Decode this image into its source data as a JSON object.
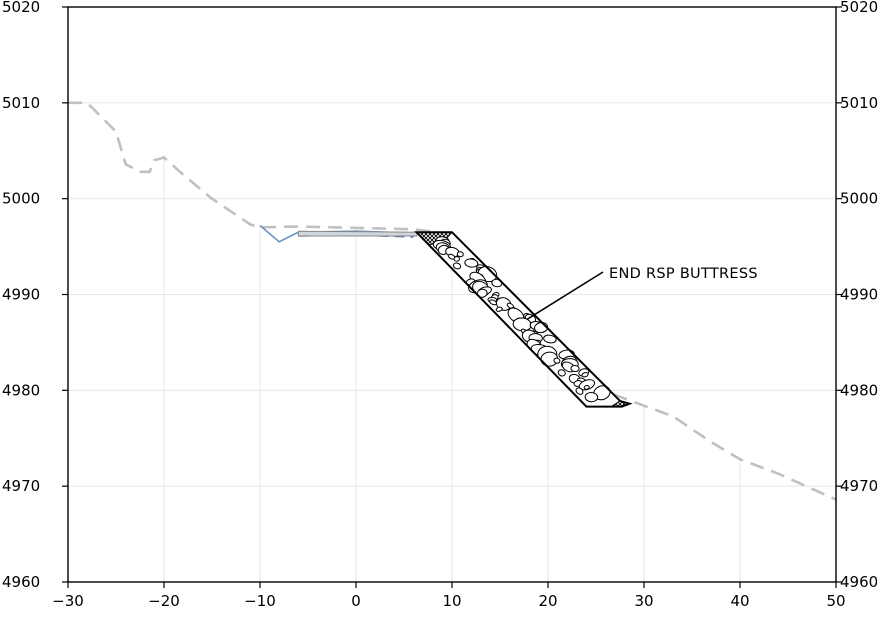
{
  "chart_data": {
    "type": "cross-section",
    "title": "",
    "xlabel": "",
    "ylabel": "",
    "xlim": [
      -30,
      50
    ],
    "ylim": [
      4960,
      5020
    ],
    "x_ticks": [
      "−30",
      "−20",
      "−10",
      "0",
      "10",
      "20",
      "30",
      "40",
      "50"
    ],
    "x_tick_values": [
      -30,
      -20,
      -10,
      0,
      10,
      20,
      30,
      40,
      50
    ],
    "y_ticks_left": [
      "4960",
      "4970",
      "4980",
      "4990",
      "5000",
      "5010",
      "5020"
    ],
    "y_ticks_right": [
      "4960",
      "4970",
      "4980",
      "4990",
      "5000",
      "5010",
      "5020"
    ],
    "y_tick_values": [
      4960,
      4970,
      4980,
      4990,
      5000,
      5010,
      5020
    ],
    "grid": true,
    "series": [
      {
        "style": "dashed-gray",
        "points": [
          [
            -30,
            5010
          ],
          [
            -28,
            5010
          ],
          [
            -25,
            5007
          ],
          [
            -24,
            5003.6
          ],
          [
            -22.5,
            5002.8
          ],
          [
            -21.5,
            5002.8
          ],
          [
            -21,
            5004
          ],
          [
            -20,
            5004.3
          ],
          [
            -18,
            5002.5
          ],
          [
            -15,
            5000
          ],
          [
            -11,
            4997.3
          ],
          [
            -10,
            4997
          ],
          [
            -6,
            4997.1
          ],
          [
            6,
            4996.8
          ],
          [
            10,
            4996.3
          ],
          [
            20,
            4986
          ],
          [
            27,
            4979.5
          ],
          [
            33,
            4977.3
          ],
          [
            37,
            4974.6
          ],
          [
            40,
            4972.8
          ],
          [
            44,
            4971.3
          ],
          [
            50,
            4968.6
          ]
        ]
      },
      {
        "style": "solid-blue",
        "points": [
          [
            -10,
            4997.2
          ],
          [
            -8,
            4995.5
          ],
          [
            -6,
            4996.5
          ],
          [
            0,
            4996.6
          ],
          [
            6,
            4996.4
          ],
          [
            10,
            4996.2
          ]
        ]
      },
      {
        "style": "dashed-blue",
        "points": [
          [
            -6,
            4996.1
          ],
          [
            0,
            4996.2
          ],
          [
            6,
            4996
          ]
        ]
      }
    ],
    "buttress": {
      "type": "riprap",
      "points": [
        [
          6.3,
          4996.5
        ],
        [
          10,
          4996.5
        ],
        [
          27.5,
          4978.9
        ],
        [
          28.5,
          4978.6
        ],
        [
          27.7,
          4978.3
        ],
        [
          24,
          4978.3
        ]
      ]
    },
    "annotations": [
      {
        "text": "END RSP BUTTRESS",
        "points_to": [
          17.8,
          4987.4
        ]
      }
    ]
  }
}
